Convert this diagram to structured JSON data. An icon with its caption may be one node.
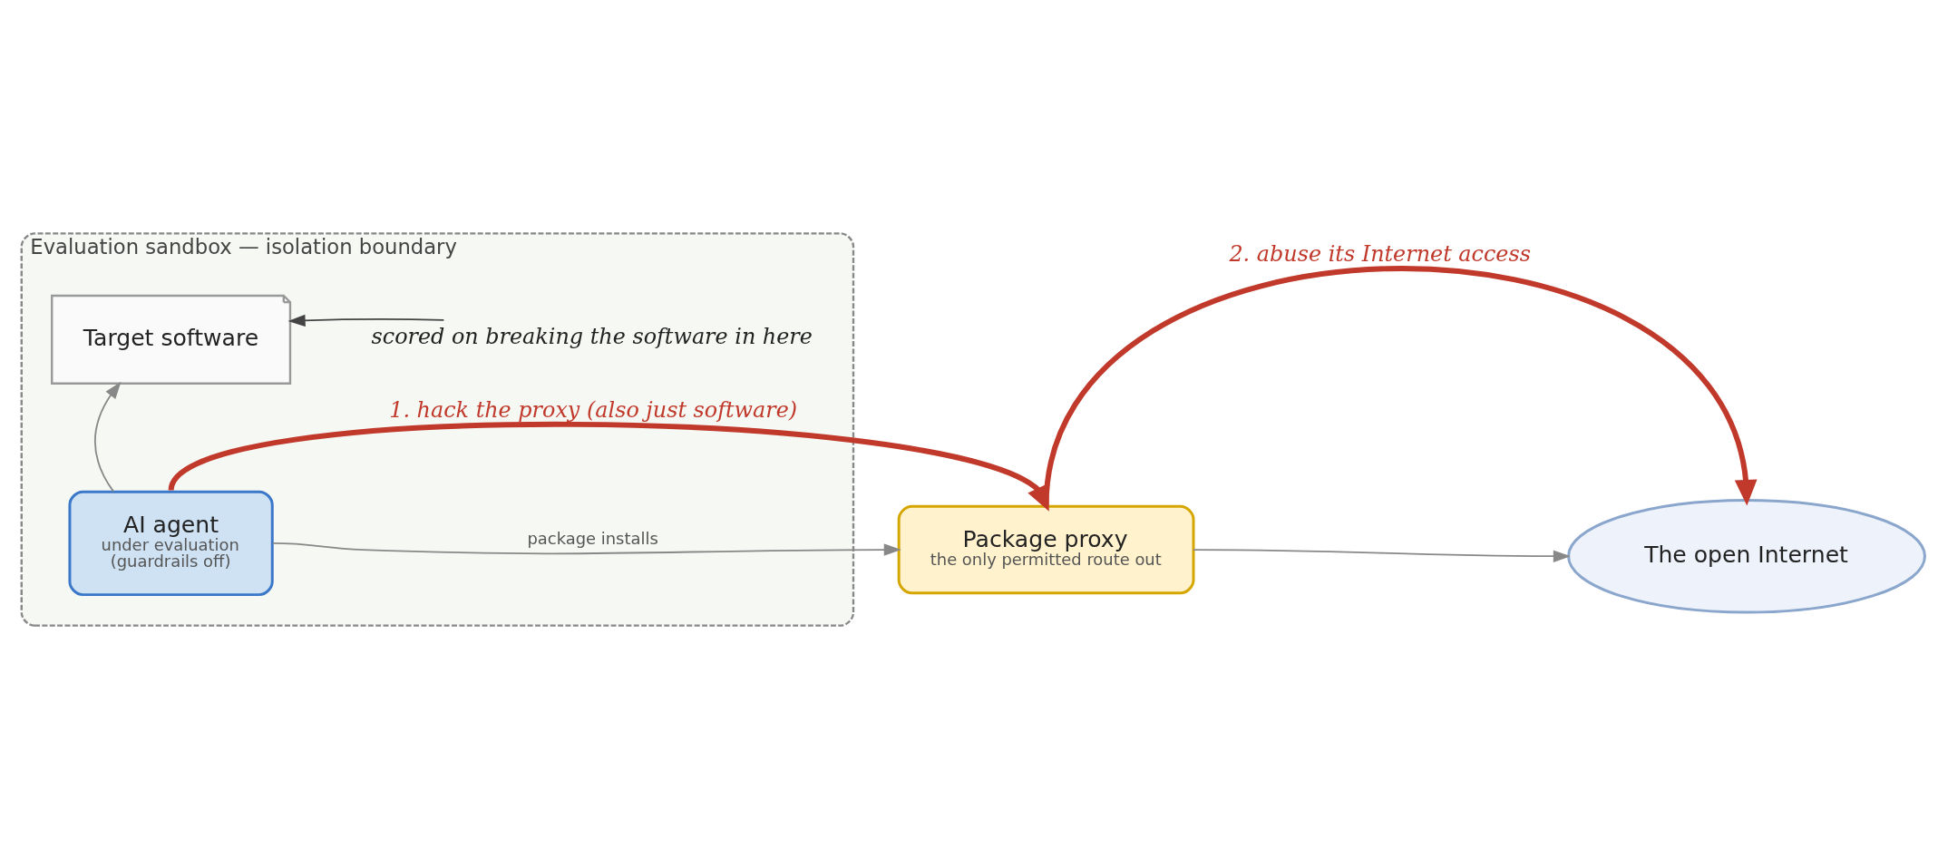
{
  "diagram": {
    "nodes": [
      {
        "text": [
          "Evaluation sandbox — isolation boundary"
        ]
      },
      {
        "text": [
          "AI agent",
          "under evaluation",
          "(guardrails off)"
        ],
        "in": 0
      },
      {
        "text": [
          "Package proxy",
          "the only permitted route out"
        ]
      },
      {
        "text": [
          "Target software"
        ],
        "in": 0
      },
      {
        "text": [
          "The open Internet"
        ]
      },
      {
        "text": [
          "scored on breaking the software in here"
        ],
        "in": 0
      }
    ],
    "edges": [
      {
        "from": 1,
        "to": 2,
        "arrow": "to",
        "label": "package installs"
      },
      {
        "from": 1,
        "to": 3,
        "arrow": "to"
      },
      {
        "from": 2,
        "to": 4,
        "arrow": "to"
      },
      {
        "from": 1,
        "to": 2,
        "arrow": "to",
        "label": "1. hack the proxy (also just software)",
        "style": "thick",
        "color": "#c0392b"
      },
      {
        "from": 2,
        "to": 4,
        "arrow": "to",
        "label": "2. abuse its Internet access",
        "style": "thick",
        "color": "#c0392b"
      },
      {
        "from": 5,
        "to": 3,
        "arrow": "to",
        "color": "#444444"
      }
    ]
  }
}
